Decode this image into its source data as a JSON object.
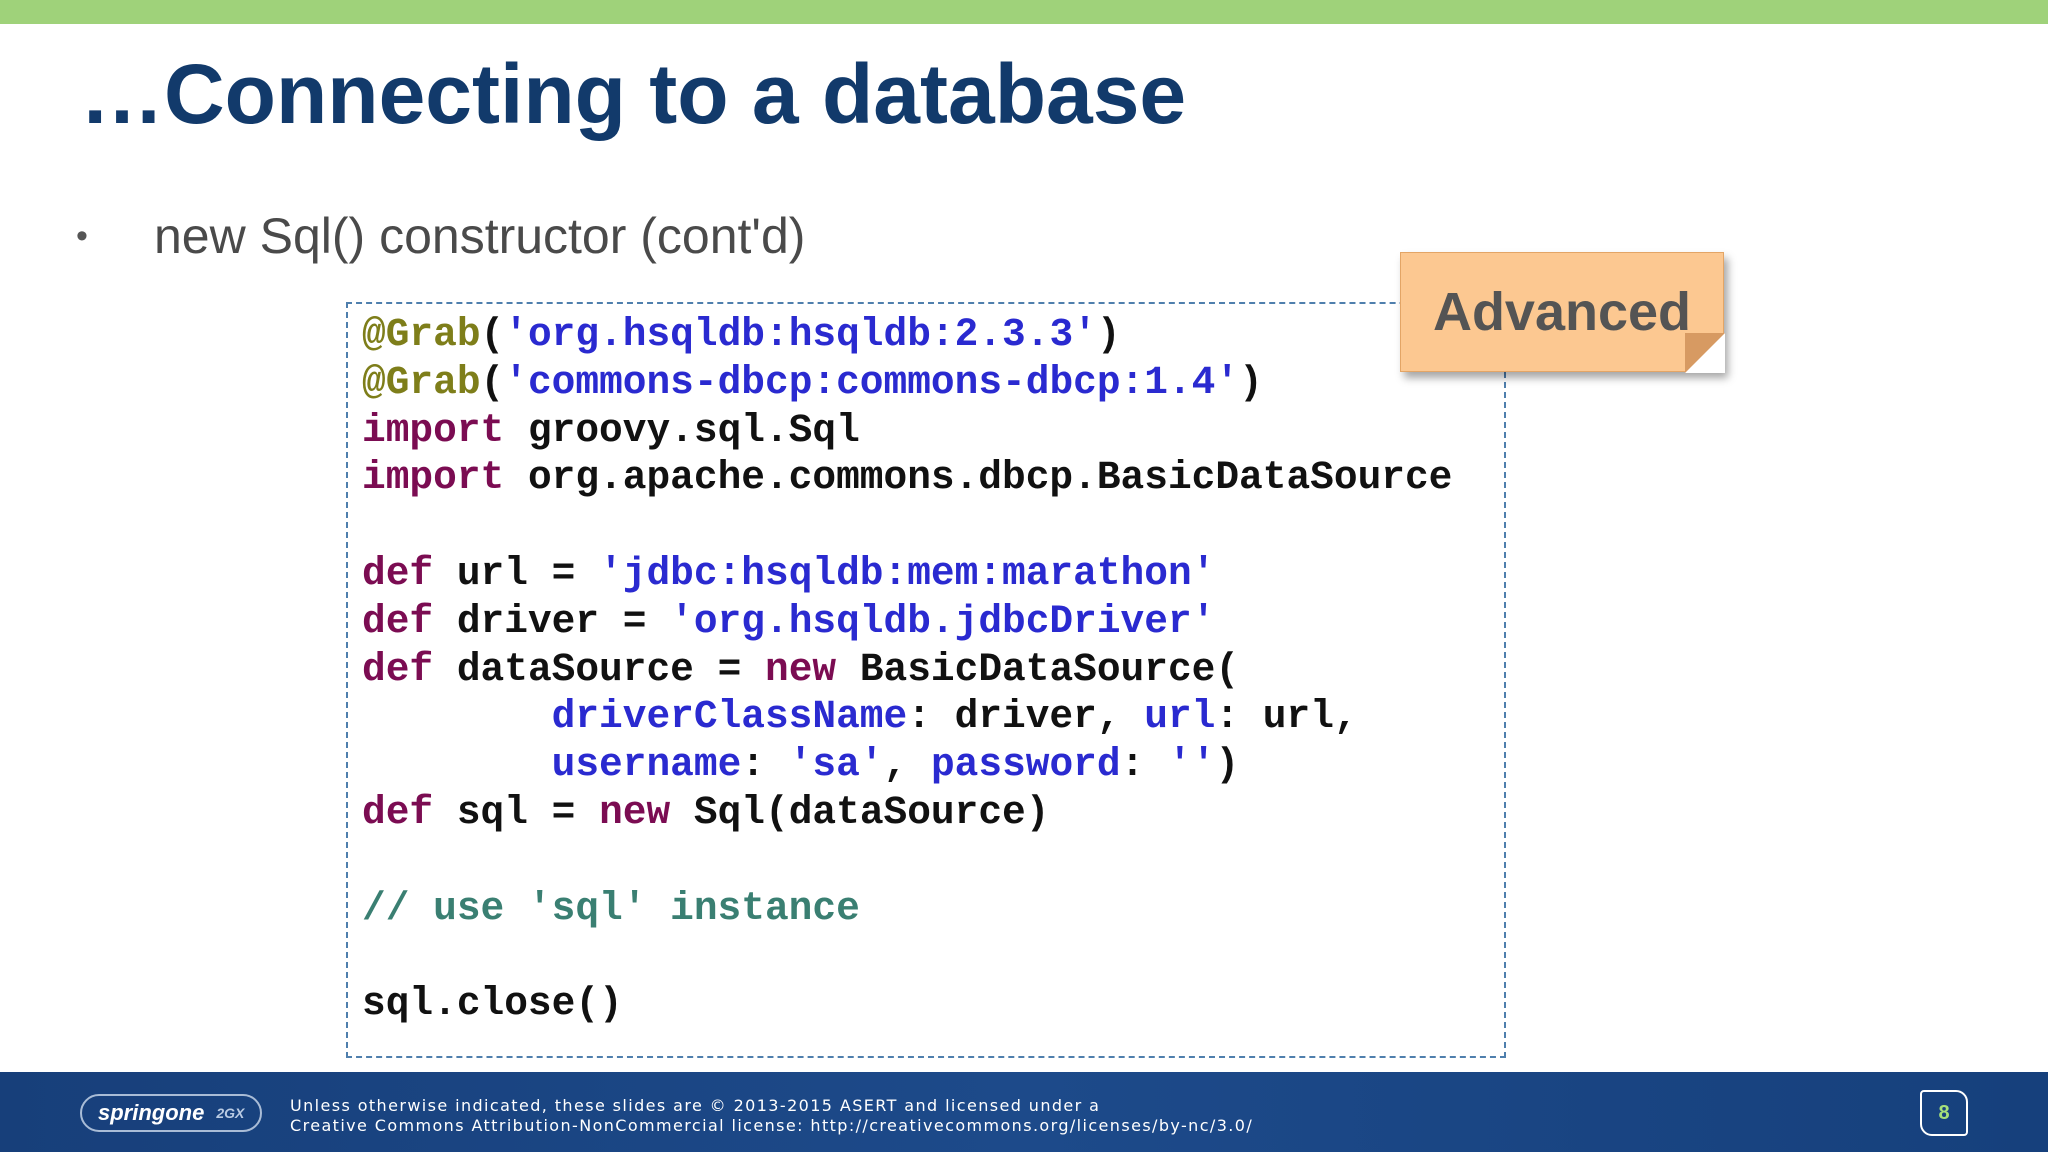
{
  "slide": {
    "title": "…Connecting to a database",
    "bullet": "new Sql() constructor (cont'd)",
    "badge": "Advanced"
  },
  "code": {
    "l1_ann": "@Grab",
    "l1_open": "(",
    "l1_str": "'org.hsqldb:hsqldb:2.3.3'",
    "l1_close": ")",
    "l2_ann": "@Grab",
    "l2_open": "(",
    "l2_str": "'commons-dbcp:commons-dbcp:1.4'",
    "l2_close": ")",
    "l3_kw": "import",
    "l3_rest": " groovy.sql.Sql",
    "l4_kw": "import",
    "l4_rest": " org.apache.commons.dbcp.BasicDataSource",
    "l6_kw": "def",
    "l6_mid": " url = ",
    "l6_str": "'jdbc:hsqldb:mem:marathon'",
    "l7_kw": "def",
    "l7_mid": " driver = ",
    "l7_str": "'org.hsqldb.jdbcDriver'",
    "l8_kw": "def",
    "l8_mid": " dataSource = ",
    "l8_new": "new",
    "l8_rest": " BasicDataSource(",
    "l9_indent": "        ",
    "l9_n1": "driverClassName",
    "l9_mid": ": driver, ",
    "l9_n2": "url",
    "l9_rest": ": url,",
    "l10_indent": "        ",
    "l10_n1": "username",
    "l10_mid": ": ",
    "l10_s1": "'sa'",
    "l10_comma": ", ",
    "l10_n2": "password",
    "l10_mid2": ": ",
    "l10_s2": "''",
    "l10_close": ")",
    "l11_kw": "def",
    "l11_mid": " sql = ",
    "l11_new": "new",
    "l11_rest": " Sql(dataSource)",
    "l13_comment": "// use 'sql' instance",
    "l15": "sql.close()"
  },
  "footer": {
    "logo_text": "springone",
    "logo_mark": "2GX",
    "license_line1": "Unless otherwise indicated, these slides are © 2013-2015 ASERT and licensed under a",
    "license_line2": "Creative Commons Attribution-NonCommercial license: http://creativecommons.org/licenses/by-nc/3.0/",
    "page_number": "8"
  },
  "colors": {
    "title": "#123a6b",
    "top_bar": "#9fd27a",
    "keyword": "#7b0c52",
    "string": "#2a2ad0",
    "annotation": "#7e7e1a",
    "comment": "#3a7f72",
    "badge_bg": "#fcc891",
    "footer_bg": "#1d4a8a"
  }
}
